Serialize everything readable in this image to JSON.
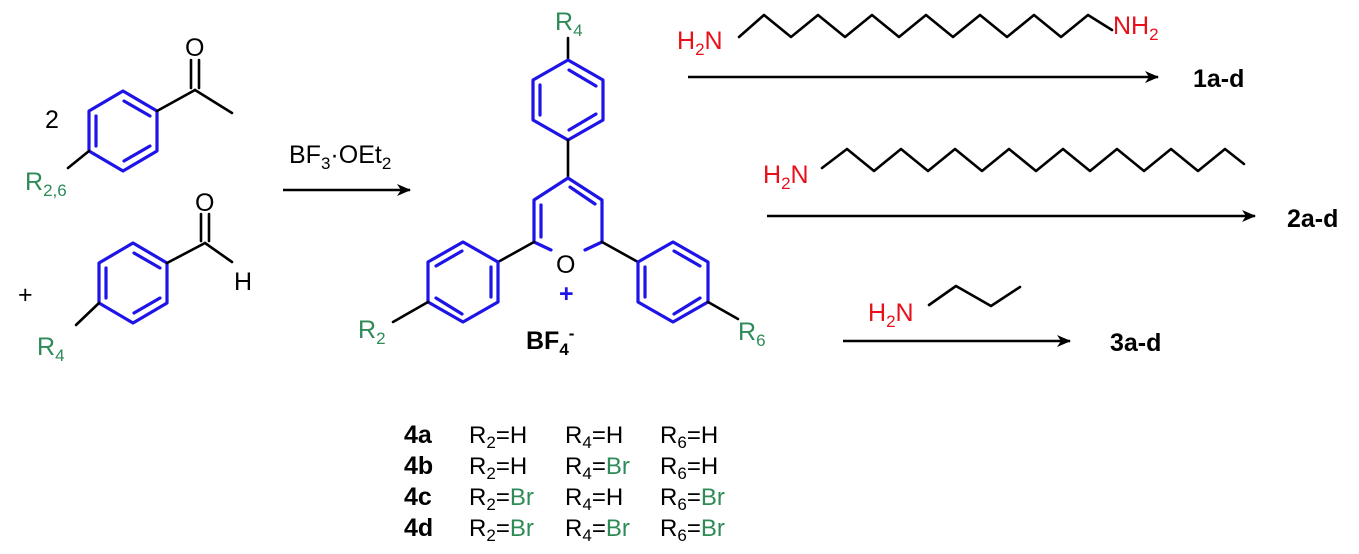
{
  "colors": {
    "ring_bonds": "#1f14e8",
    "bonds": "#000000",
    "substituent": "#2e8b57",
    "amine": "#e8101a",
    "cation_charge": "#1f14e8"
  },
  "reactants": {
    "ketone": {
      "coefficient": "2",
      "carbonyl_atom": "O",
      "substituent": "R",
      "substituent_sub": "2,6"
    },
    "aldehyde": {
      "plus_sign": "+",
      "carbonyl_atom": "O",
      "aldehyde_h": "H",
      "substituent": "R",
      "substituent_sub": "4"
    }
  },
  "reagent": {
    "part1": "BF",
    "sub1": "3",
    "dot": "·",
    "part2": "OEt",
    "sub2": "2"
  },
  "pyrylium": {
    "ring_atom": "O",
    "charge": "+",
    "top_substituent": "R",
    "top_substituent_sub": "4",
    "left_substituent": "R",
    "left_substituent_sub": "2",
    "right_substituent": "R",
    "right_substituent_sub": "6",
    "counterion": "BF",
    "counterion_sub": "4",
    "counterion_charge": "-"
  },
  "amines": [
    {
      "left_group": "H",
      "left_group_sub": "2",
      "left_group_tail": "N",
      "right_group": "NH",
      "right_group_sub": "2",
      "product": "1a-d"
    },
    {
      "left_group": "H",
      "left_group_sub": "2",
      "left_group_tail": "N",
      "product": "2a-d"
    },
    {
      "left_group": "H",
      "left_group_sub": "2",
      "left_group_tail": "N",
      "product": "3a-d"
    }
  ],
  "substituent_table": [
    {
      "compound": "4a",
      "r2": "H",
      "r4": "H",
      "r6": "H"
    },
    {
      "compound": "4b",
      "r2": "H",
      "r4": "Br",
      "r6": "H"
    },
    {
      "compound": "4c",
      "r2": "Br",
      "r4": "H",
      "r6": "Br"
    },
    {
      "compound": "4d",
      "r2": "Br",
      "r4": "Br",
      "r6": "Br"
    }
  ],
  "table_labels": {
    "r": "R",
    "sub2": "2",
    "sub4": "4",
    "sub6": "6",
    "eq": "="
  }
}
